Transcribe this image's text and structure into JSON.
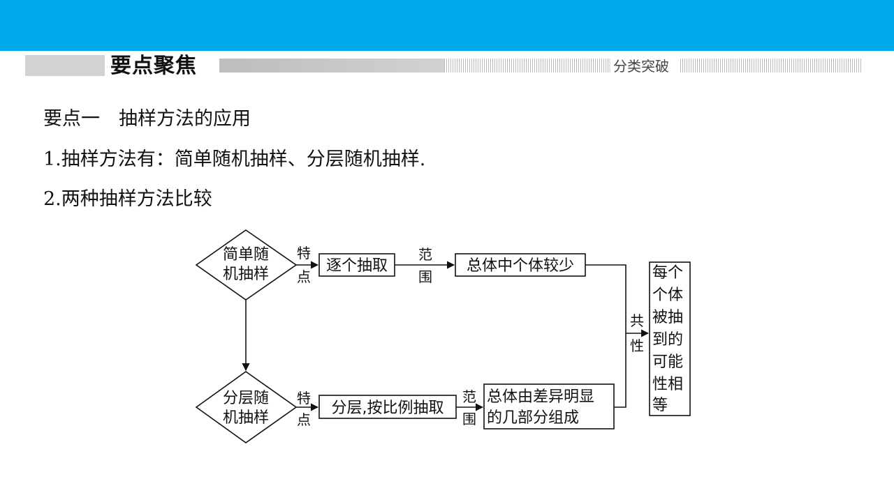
{
  "header": {
    "section_title": "要点聚焦",
    "section_subtitle": "分类突破"
  },
  "content": {
    "heading": "要点一　抽样方法的应用",
    "point1": "1.抽样方法有：简单随机抽样、分层随机抽样.",
    "point2": "2.两种抽样方法比较"
  },
  "diagram": {
    "simple_random_line1": "简单随",
    "simple_random_line2": "机抽样",
    "stratified_line1": "分层随",
    "stratified_line2": "机抽样",
    "feature_1": "特",
    "feature_2": "点",
    "range_1": "范",
    "range_2": "围",
    "simple_feature": "逐个抽取",
    "simple_range": "总体中个体较少",
    "strat_feature": "分层,按比例抽取",
    "strat_range_line1": "总体由差异明显",
    "strat_range_line2": "的几部分组成",
    "common_1": "共",
    "common_2": "性",
    "common_result_lines": [
      "每个",
      "个体",
      "被抽",
      "到的",
      "可能",
      "性相",
      "等"
    ]
  },
  "colors": {
    "top_bar": "#00a9eb",
    "stroke": "#111111"
  }
}
